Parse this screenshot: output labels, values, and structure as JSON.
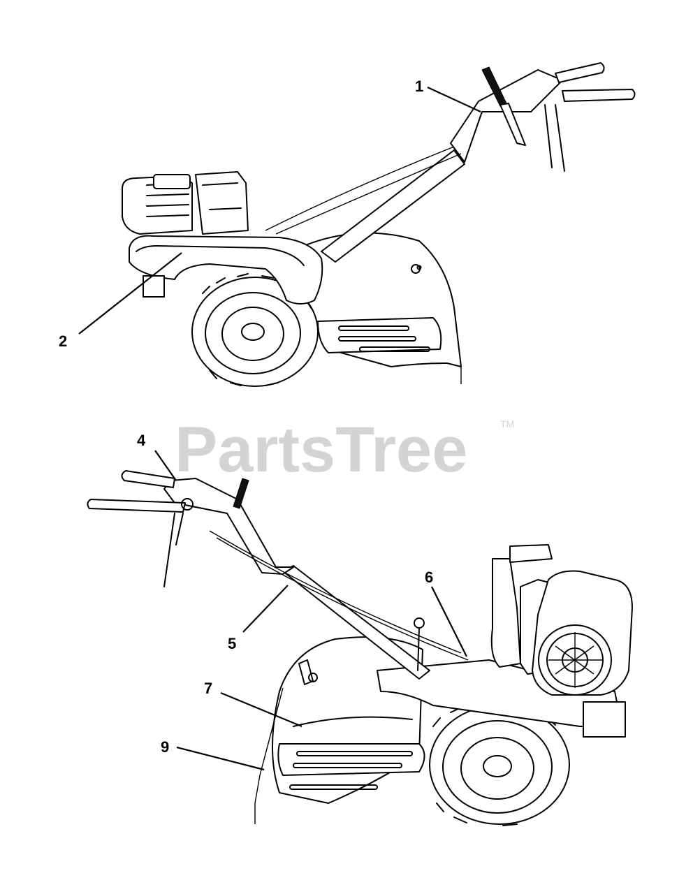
{
  "watermark": {
    "text": "PartsTree",
    "tm": "TM"
  },
  "callouts": {
    "c1": "1",
    "c2": "2",
    "c4": "4",
    "c5": "5",
    "c6": "6",
    "c7": "7",
    "c9": "9"
  }
}
